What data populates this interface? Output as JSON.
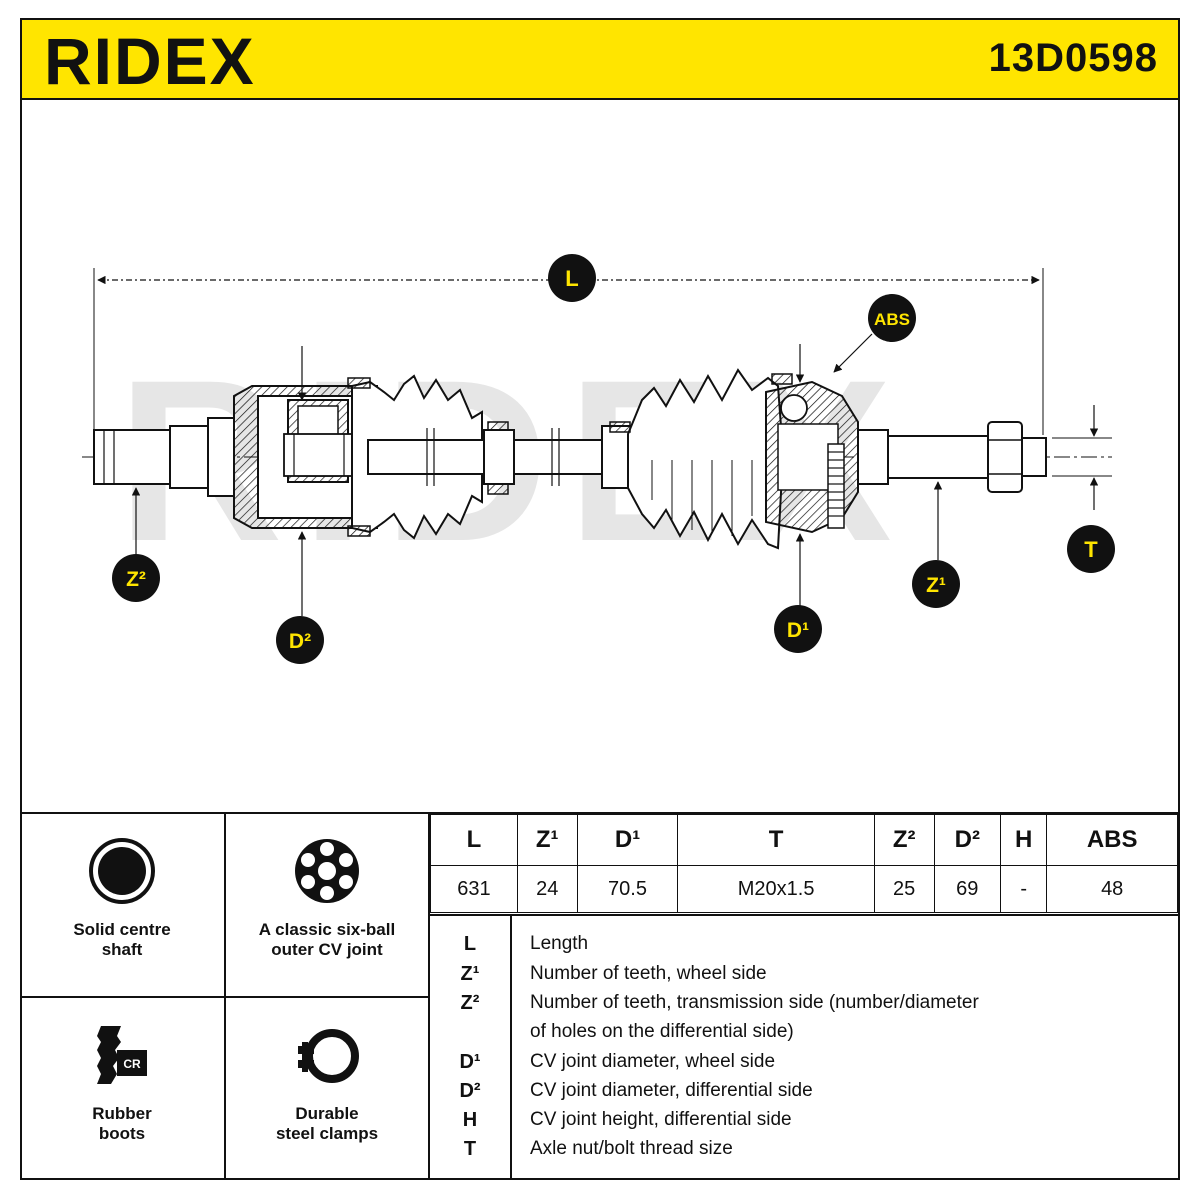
{
  "header": {
    "brand": "RIDEX",
    "part_number": "13D0598"
  },
  "drawing": {
    "watermark": "RIDEX",
    "labels": {
      "L": "L",
      "ABS": "ABS",
      "T": "T",
      "Z1": "Z¹",
      "Z2": "Z²",
      "D1": "D¹",
      "D2": "D²"
    }
  },
  "features": [
    {
      "lines": [
        "Solid centre",
        "shaft"
      ],
      "icon": "solid-shaft-icon"
    },
    {
      "lines": [
        "A classic six-ball",
        "outer CV joint"
      ],
      "icon": "six-ball-joint-icon"
    },
    {
      "lines": [
        "Rubber",
        "boots"
      ],
      "icon": "rubber-boot-cr-icon",
      "badge": "CR"
    },
    {
      "lines": [
        "Durable",
        "steel clamps"
      ],
      "icon": "steel-clamp-icon"
    }
  ],
  "specs": {
    "headers": [
      "L",
      "Z¹",
      "D¹",
      "T",
      "Z²",
      "D²",
      "H",
      "ABS"
    ],
    "values": [
      "631",
      "24",
      "70.5",
      "M20x1.5",
      "25",
      "69",
      "-",
      "48"
    ]
  },
  "legend": [
    {
      "sym": "L",
      "text": "Length"
    },
    {
      "sym": "Z¹",
      "text": "Number of teeth, wheel side"
    },
    {
      "sym": "Z²",
      "text": "Number of teeth, transmission side (number/diameter"
    },
    {
      "sym": "",
      "text": "of holes on the differential side)"
    },
    {
      "sym": "D¹",
      "text": "CV joint diameter, wheel side"
    },
    {
      "sym": "D²",
      "text": "CV joint diameter, differential side"
    },
    {
      "sym": "H",
      "text": "CV joint height, differential side"
    },
    {
      "sym": "T",
      "text": "Axle nut/bolt thread size"
    }
  ],
  "colors": {
    "accent": "#ffe500",
    "ink": "#111111"
  }
}
